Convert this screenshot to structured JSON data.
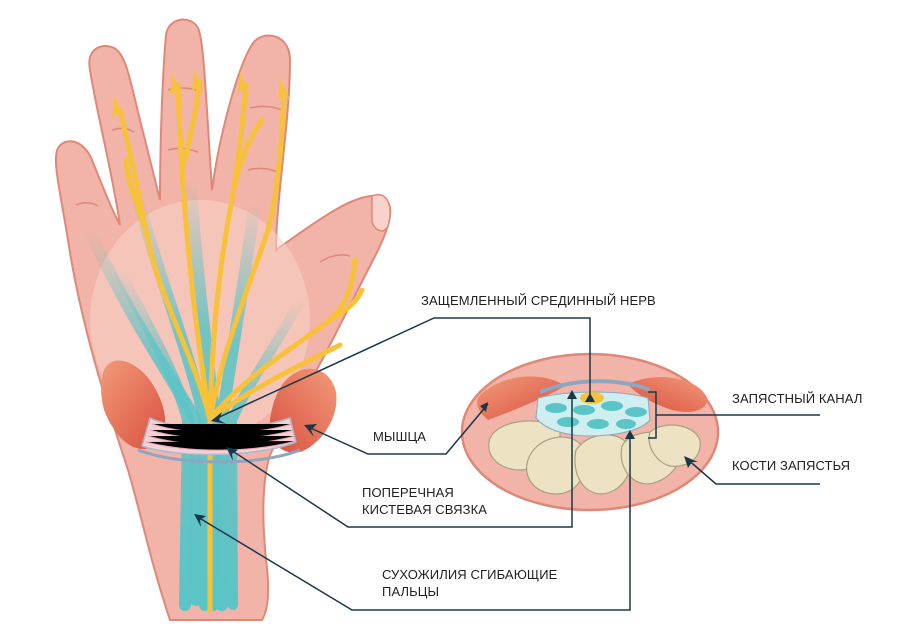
{
  "labels": {
    "compressed_nerve": "ЗАЩЕМЛЕННЫЙ СРЕДИННЫЙ НЕРВ",
    "carpal_tunnel": "ЗАПЯСТНЫЙ КАНАЛ",
    "muscle": "МЫШЦА",
    "carpal_bones": "КОСТИ ЗАПЯСТЬЯ",
    "transverse_ligament_line1": "ПОПЕРЕЧНАЯ",
    "transverse_ligament_line2": "КИСТЕВАЯ СВЯЗКА",
    "flexor_tendons_line1": "СУХОЖИЛИЯ СГИБАЮЩИЕ",
    "flexor_tendons_line2": "ПАЛЬЦЫ"
  },
  "colors": {
    "skin": "#f2b3a8",
    "skin_outline": "#e08878",
    "skin_light": "#f8d3c9",
    "tendon": "#5bc4c6",
    "nerve": "#f7c23a",
    "muscle": "#e0634d",
    "ligament": "#f3cfd6",
    "bone": "#ede3c3",
    "leader": "#17384a"
  }
}
